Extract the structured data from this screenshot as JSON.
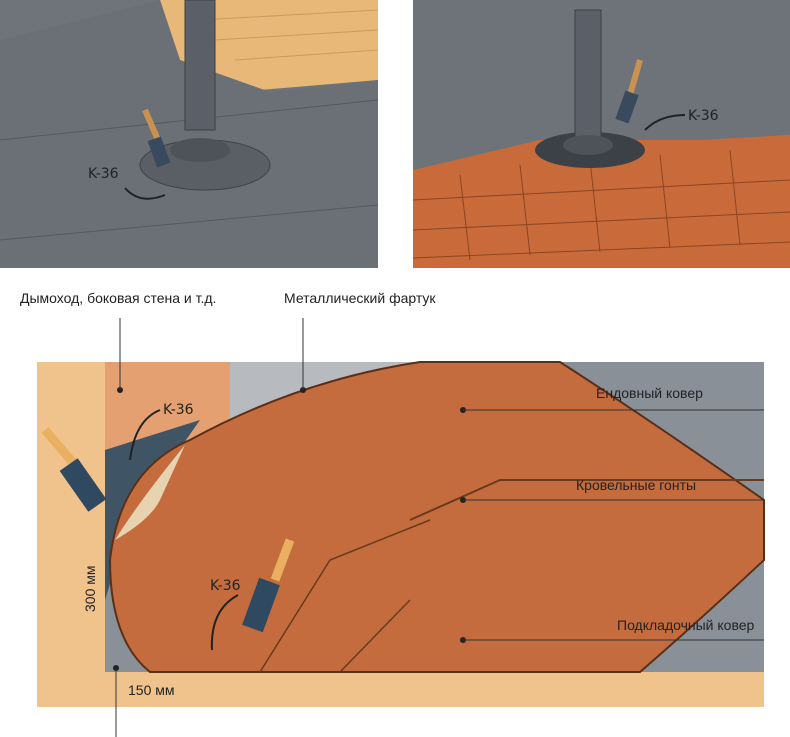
{
  "top_left": {
    "marker": "K-36"
  },
  "top_right": {
    "marker": "K-36"
  },
  "diagram": {
    "labels": {
      "chimney": "Дымоход, боковая стена и т.д.",
      "metal_apron": "Металлический фартук",
      "valley_carpet": "Ендовный  ковер",
      "shingles": "Кровельные гонты",
      "underlay": "Подкладочный ковер"
    },
    "markers": {
      "upper": "K-36",
      "lower": "K-36"
    },
    "dimensions": {
      "vertical": "300 мм",
      "horizontal": "150 мм"
    }
  }
}
